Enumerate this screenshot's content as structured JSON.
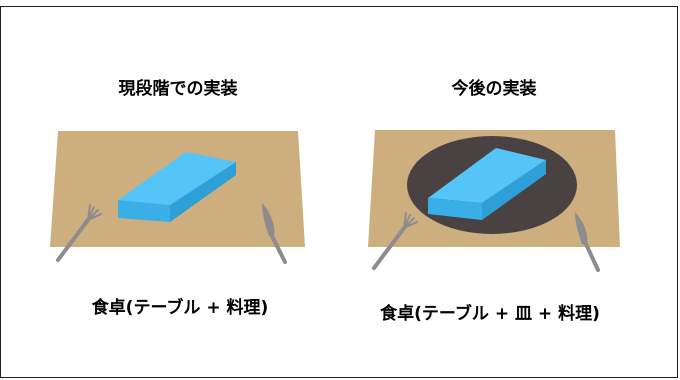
{
  "left_panel": {
    "heading": "現段階での実装",
    "caption": "食卓(テーブル + 料理)"
  },
  "right_panel": {
    "heading": "今後の実装",
    "caption": "食卓(テーブル + 皿 + 料理)"
  },
  "colors": {
    "table": "#cdaf7f",
    "food_top": "#55c4f7",
    "food_side": "#3aaee6",
    "plate": "#4a4242",
    "cutlery": "#8c8c8c",
    "text": "#000000"
  }
}
